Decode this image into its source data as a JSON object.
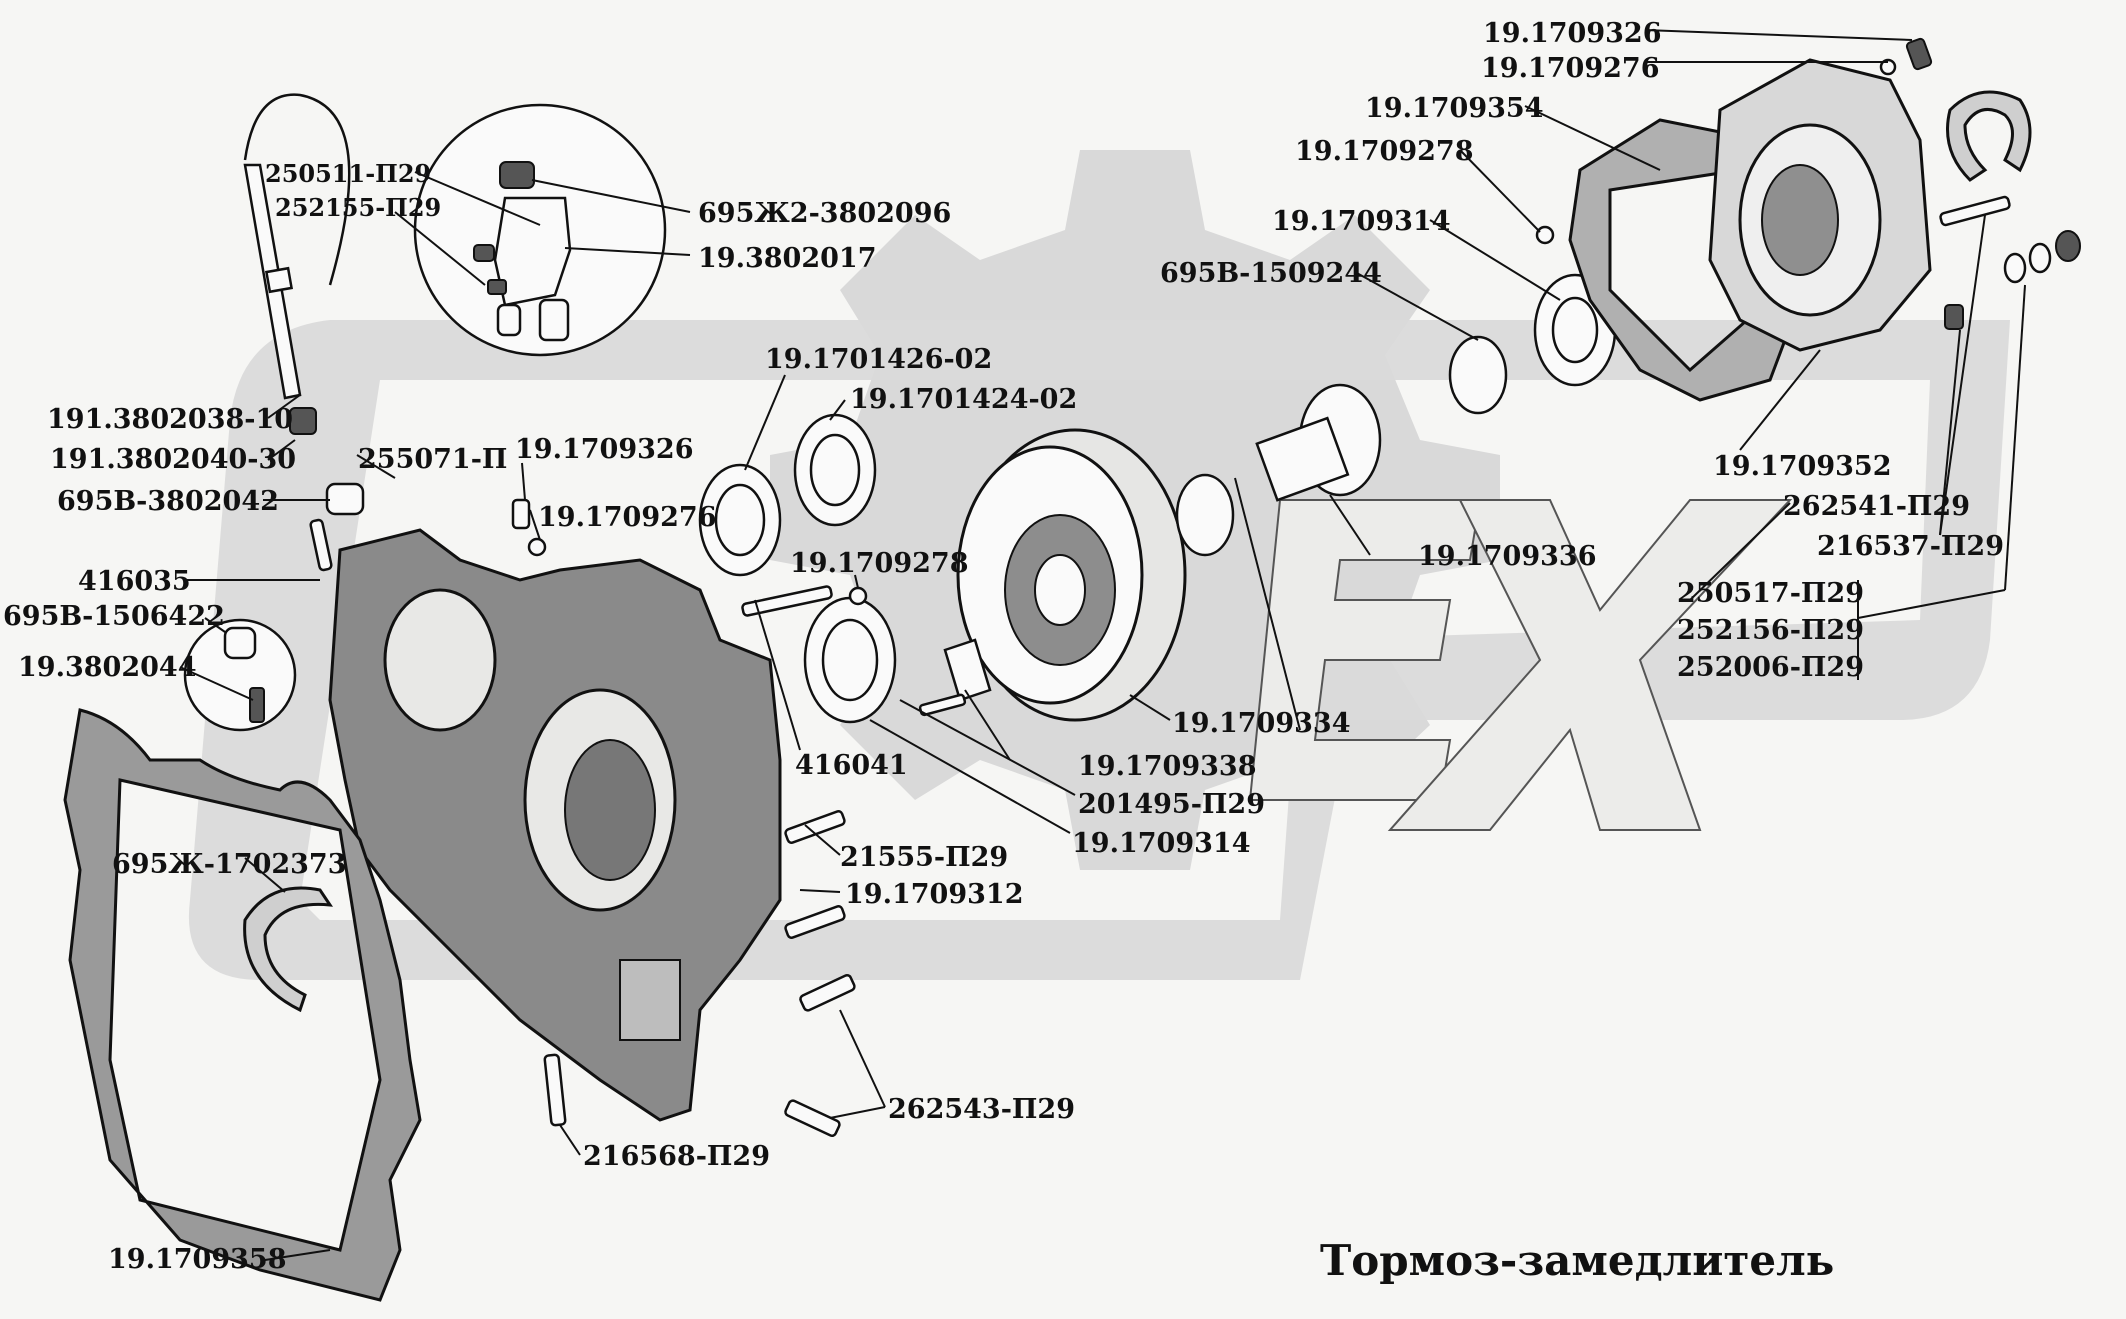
{
  "title": "Тормоз-замедлитель",
  "watermark": {
    "letters": "ЛЕХ",
    "color": "#d8d8d8"
  },
  "labels": [
    "19.1709326",
    "19.1709276",
    "19.1709354",
    "19.1709278",
    "19.1709314",
    "695В-1509244",
    "250511-П29",
    "252155-П29",
    "695Ж2-3802096",
    "19.3802017",
    "19.1701426-02",
    "19.1701424-02",
    "191.3802038-10",
    "191.3802040-30",
    "255071-П",
    "695В-3802042",
    "19.1709326",
    "19.1709276",
    "416035",
    "695В-1506422",
    "19.3802044",
    "19.1709278",
    "19.1709336",
    "19.1709352",
    "262541-П29",
    "216537-П29",
    "250517-П29",
    "252156-П29",
    "252006-П29",
    "19.1709334",
    "416041",
    "19.1709338",
    "201495-П29",
    "19.1709314",
    "21555-П29",
    "19.1709312",
    "695Ж-1702373",
    "262543-П29",
    "216568-П29",
    "19.1709358"
  ]
}
